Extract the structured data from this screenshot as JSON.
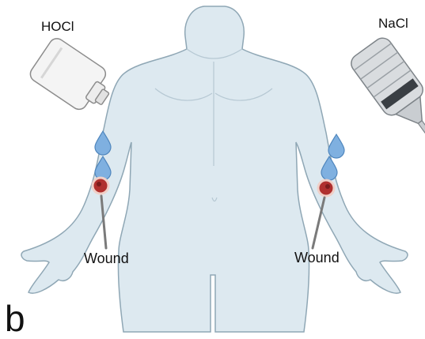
{
  "labels": {
    "left_reagent": "HOCl",
    "right_reagent": "NaCl",
    "left_wound": "Wound",
    "right_wound": "Wound",
    "panel_letter": "b"
  },
  "colors": {
    "skin": "#dde9f0",
    "skin_outline": "#8fa7b5",
    "drop": "#7fb0e0",
    "wound": "#b0302e",
    "pointer": "#7a7a7a",
    "bottle": "#f4f4f4",
    "syringe": "#d9dcdf"
  },
  "icons": [
    "human-body-icon",
    "spray-bottle-icon",
    "irrigation-syringe-icon",
    "water-drop-icon",
    "wound-icon"
  ]
}
